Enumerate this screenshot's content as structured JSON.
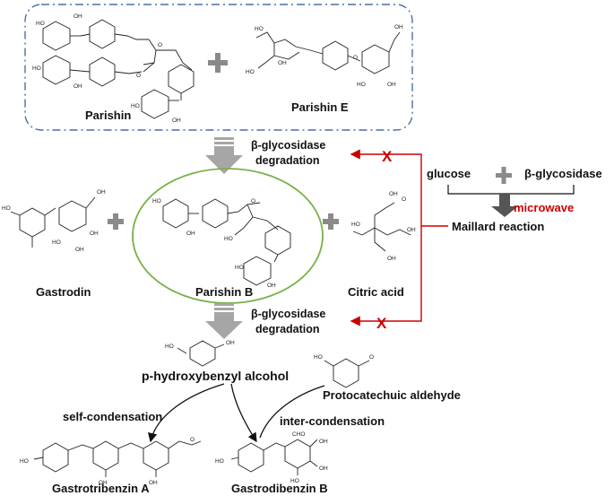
{
  "compounds": {
    "parishin": "Parishin",
    "parishin_e": "Parishin E",
    "gastrodin": "Gastrodin",
    "parishin_b": "Parishin B",
    "citric_acid": "Citric acid",
    "p_hydroxybenzyl_alcohol": "p-hydroxybenzyl alcohol",
    "protocatechuic_aldehyde": "Protocatechuic aldehyde",
    "gastrotribenzin_a": "Gastrotribenzin A",
    "gastrodibenzin_b": "Gastrodibenzin B"
  },
  "process": {
    "degradation_1_line1": "β-glycosidase",
    "degradation_1_line2": "degradation",
    "degradation_2_line1": "β-glycosidase",
    "degradation_2_line2": "degradation",
    "glucose": "glucose",
    "beta_glycosidase": "β-glycosidase",
    "microwave": "microwave",
    "maillard_reaction": "Maillard reaction",
    "self_condensation": "self-condensation",
    "inter_condensation": "inter-condensation",
    "inhibit_mark": "X"
  },
  "atoms": {
    "oh": "OH",
    "ho": "HO",
    "o": "O",
    "cho": "CHO"
  },
  "colors": {
    "dashed_border": "#4a6fa8",
    "ellipse_border": "#7ab04a",
    "block_red": "#cc0000",
    "microwave_red": "#cc0000",
    "arrow_gray": "#a6a6a6",
    "arrow_dark": "#555555"
  }
}
